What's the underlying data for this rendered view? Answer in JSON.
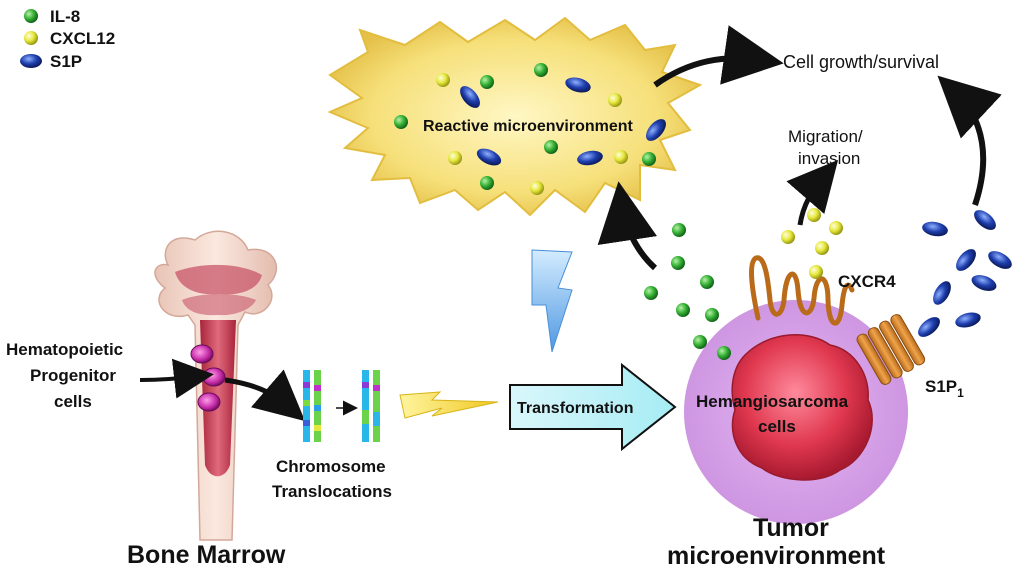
{
  "legend": {
    "items": [
      {
        "label": "IL-8",
        "marker": "green-sphere",
        "color": "#2fae2f"
      },
      {
        "label": "CXCL12",
        "marker": "yellow-sphere",
        "color": "#e4e83a"
      },
      {
        "label": "S1P",
        "marker": "blue-ellipse",
        "color": "#1f3fa8"
      }
    ]
  },
  "labels": {
    "reactive_microenvironment": "Reactive microenvironment",
    "cell_growth": "Cell growth/survival",
    "migration_line1": "Migration/",
    "migration_line2": "invasion",
    "cxcr4": "CXCR4",
    "s1p1_main": "S1P",
    "s1p1_sub": "1",
    "hematopoietic_line1": "Hematopoietic",
    "hematopoietic_line2": "Progenitor",
    "hematopoietic_line3": "cells",
    "chromosome_line1": "Chromosome",
    "chromosome_line2": "Translocations",
    "transformation": "Transformation",
    "hemangiosarcoma_line1": "Hemangiosarcoma",
    "hemangiosarcoma_line2": "cells",
    "bone_marrow": "Bone Marrow",
    "tumor_line1": "Tumor",
    "tumor_line2": "microenvironment"
  },
  "colors": {
    "burst": "#f6e27a",
    "burst_edge": "#e9c84b",
    "tumor_halo": "#d9a6ea",
    "tumor_cell": "#e23b55",
    "arrow_cyan": "#bff2f8",
    "bolt_blue": "#6fb3ee",
    "bolt_yellow": "#f5dd4a",
    "bone": "#f4d9cc",
    "marrow": "#c0344a"
  }
}
